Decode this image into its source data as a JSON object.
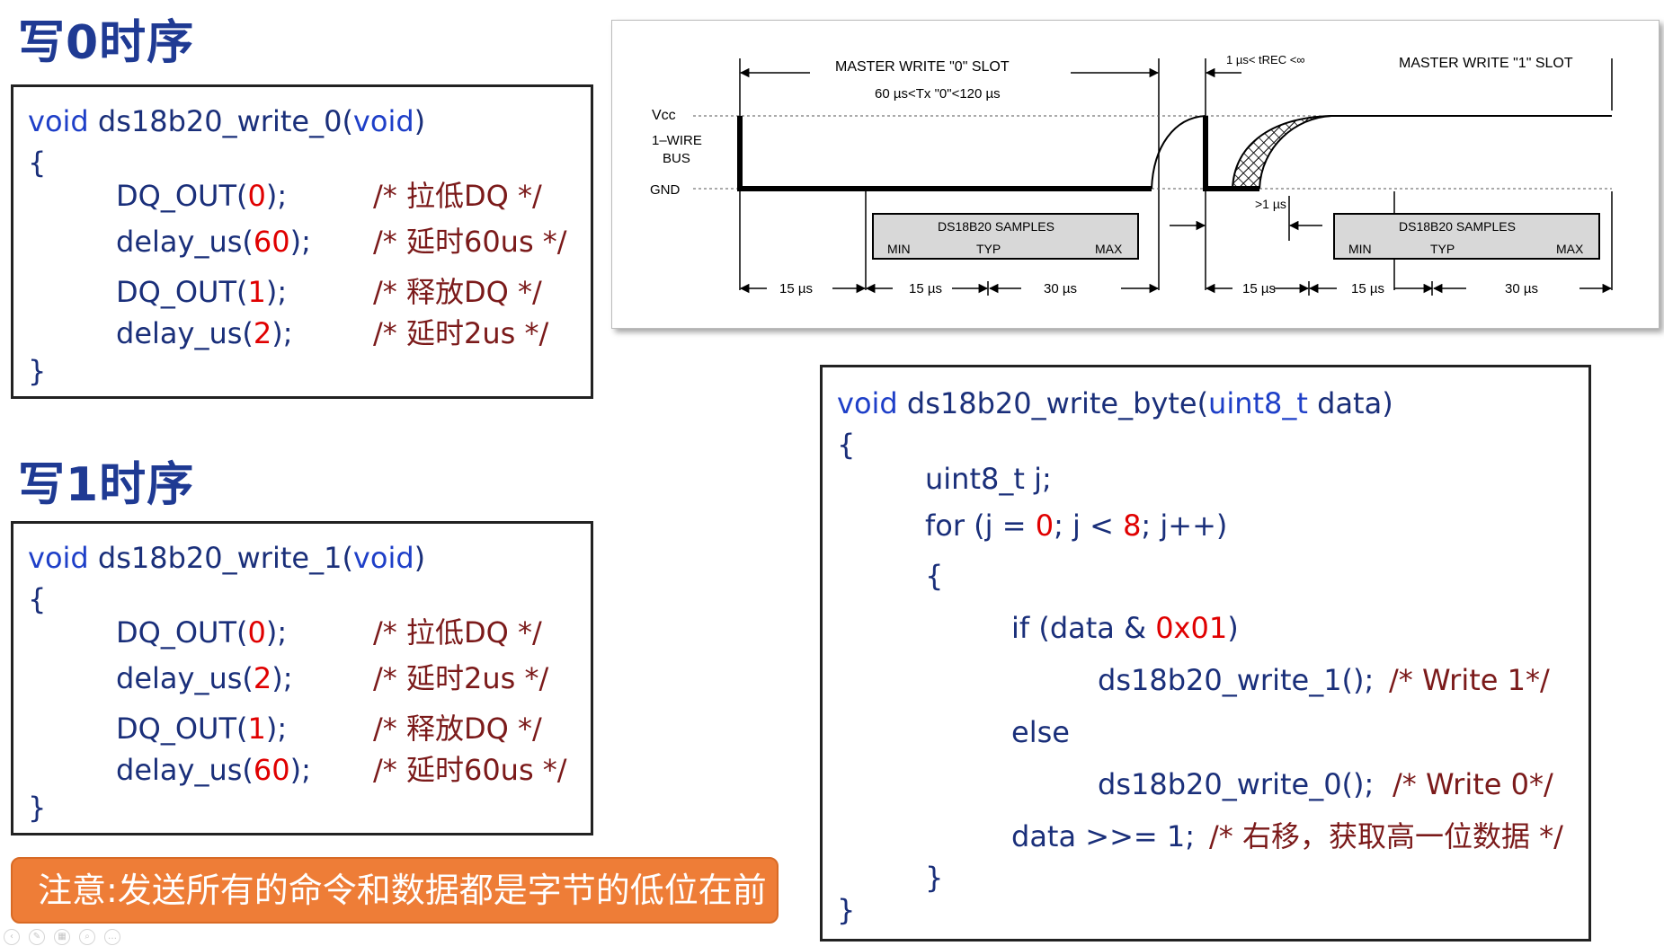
{
  "headings": {
    "write0": "写0时序",
    "write1": "写1时序"
  },
  "write0": {
    "sig_void": "void",
    "sig_name": " ds18b20_write_0(",
    "sig_param": "void",
    "sig_close": ")",
    "open": "{",
    "close": "}",
    "l1": {
      "fn": "DQ_OUT(",
      "num": "0",
      "end": ");",
      "cmt": "/* 拉低DQ */"
    },
    "l2": {
      "fn": "delay_us(",
      "num": "60",
      "end": ");",
      "cmt": "/* 延时60us */"
    },
    "l3": {
      "fn": "DQ_OUT(",
      "num": "1",
      "end": ");",
      "cmt": "/* 释放DQ */"
    },
    "l4": {
      "fn": "delay_us(",
      "num": "2",
      "end": ");",
      "cmt": "/* 延时2us */"
    }
  },
  "write1": {
    "sig_void": "void",
    "sig_name": " ds18b20_write_1(",
    "sig_param": "void",
    "sig_close": ")",
    "open": "{",
    "close": "}",
    "l1": {
      "fn": "DQ_OUT(",
      "num": "0",
      "end": ");",
      "cmt": "/* 拉低DQ */"
    },
    "l2": {
      "fn": "delay_us(",
      "num": "2",
      "end": ");",
      "cmt": "/* 延时2us */"
    },
    "l3": {
      "fn": "DQ_OUT(",
      "num": "1",
      "end": ");",
      "cmt": "/* 释放DQ */"
    },
    "l4": {
      "fn": "delay_us(",
      "num": "60",
      "end": ");",
      "cmt": "/* 延时60us */"
    }
  },
  "write_byte": {
    "sig_void": "void",
    "sig_name": " ds18b20_write_byte(",
    "sig_type": "uint8_t",
    "sig_rest": " data)",
    "open": "{",
    "decl": "uint8_t j;",
    "for_a": "for (j = ",
    "for_n0": "0",
    "for_b": "; j < ",
    "for_n8": "8",
    "for_c": "; j++)",
    "inner_open": "{",
    "if_a": "if (data & ",
    "if_num": "0x01",
    "if_b": ")",
    "call1": "ds18b20_write_1();",
    "cmt1": "/* Write 1*/",
    "else": "else",
    "call0": "ds18b20_write_0();",
    "cmt0": "/* Write 0*/",
    "shift": "data >>= 1;",
    "cmt_shift": "/* 右移，获取高一位数据 */",
    "inner_close": "}",
    "close": "}"
  },
  "diagram": {
    "title0": "MASTER WRITE \"0\" SLOT",
    "tx_range": "60 µs<Tx \"0\"<120 µs",
    "trec": "1 µs< tREC <∞",
    "title1": "MASTER WRITE \"1\" SLOT",
    "vcc": "Vcc",
    "bus1": "1–WIRE",
    "bus2": "BUS",
    "gnd": "GND",
    "samples": "DS18B20 SAMPLES",
    "min": "MIN",
    "typ": "TYP",
    "max": "MAX",
    "gt1": ">1 µs",
    "t15": "15 µs",
    "t30": "30 µs"
  },
  "note": "注意:发送所有的命令和数据都是字节的低位在前",
  "colors": {
    "heading": "#1f3a93",
    "keyword": "#1e3fc8",
    "number": "#e00000",
    "comment": "#7b1a1a",
    "note_bg": "#ee7d37"
  }
}
